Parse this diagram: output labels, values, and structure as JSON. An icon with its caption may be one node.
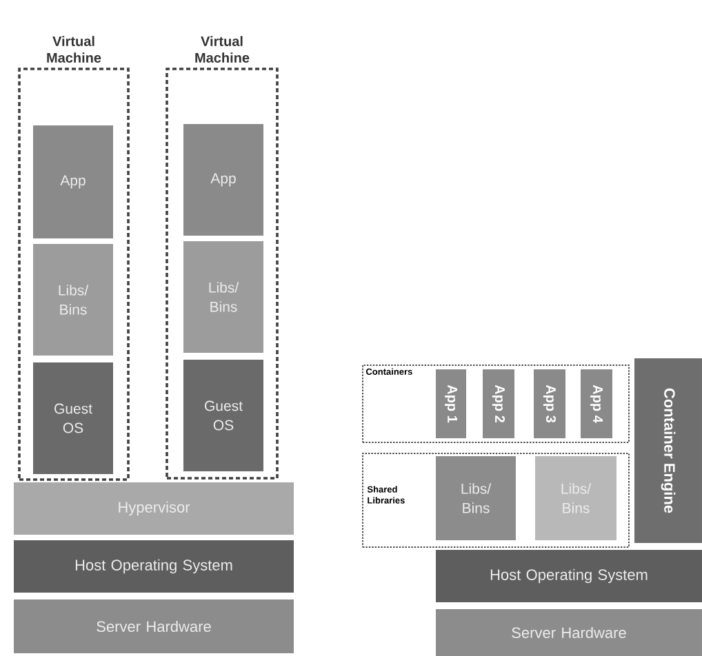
{
  "diagram": {
    "nodes": [
      {
        "text": [
          "Virtual Machine"
        ]
      },
      {
        "text": [
          "App"
        ],
        "in": 0
      },
      {
        "text": [
          "Libs/ Bins"
        ],
        "in": 0
      },
      {
        "text": [
          "Guest OS"
        ],
        "in": 0
      },
      {
        "text": [
          "Virtual Machine"
        ]
      },
      {
        "text": [
          "App"
        ],
        "in": 4
      },
      {
        "text": [
          "Libs/ Bins"
        ],
        "in": 4
      },
      {
        "text": [
          "Guest OS"
        ],
        "in": 4
      },
      {
        "text": [
          "Hypervisor"
        ]
      },
      {
        "text": [
          "Host Operating System"
        ]
      },
      {
        "text": [
          "Server Hardware"
        ]
      },
      {
        "text": [
          "Containers"
        ]
      },
      {
        "text": [
          "App 1"
        ],
        "in": 11
      },
      {
        "text": [
          "App 2"
        ],
        "in": 11
      },
      {
        "text": [
          "App 3"
        ],
        "in": 11
      },
      {
        "text": [
          "App 4"
        ],
        "in": 11
      },
      {
        "text": [
          "Shared Libraries"
        ]
      },
      {
        "text": [
          "Libs/ Bins"
        ],
        "in": 16
      },
      {
        "text": [
          "Libs/ Bins"
        ],
        "in": 16
      },
      {
        "text": [
          "Container Engine"
        ]
      },
      {
        "text": [
          "Host Operating System"
        ]
      },
      {
        "text": [
          "Server Hardware"
        ]
      }
    ]
  }
}
